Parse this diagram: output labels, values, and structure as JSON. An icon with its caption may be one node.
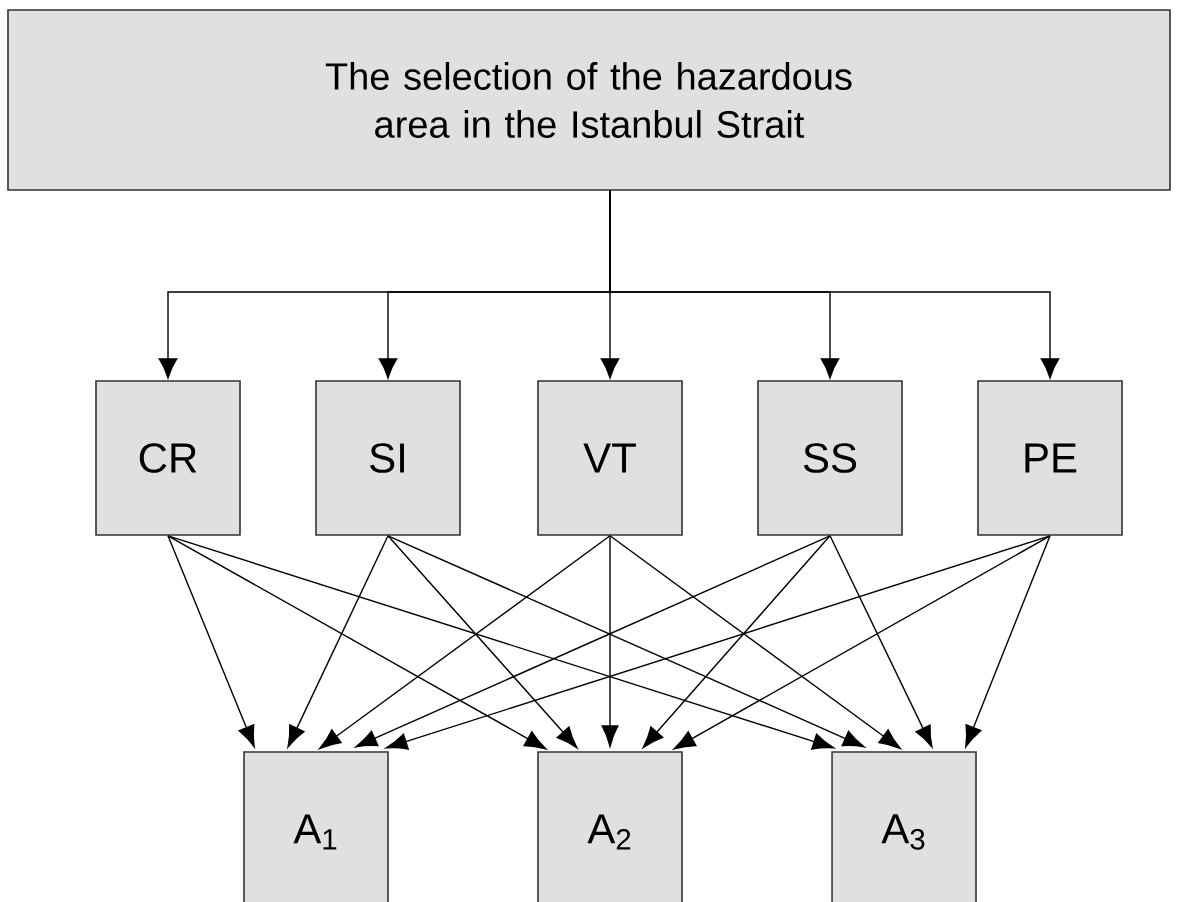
{
  "diagram": {
    "nodes": [
      {
        "text": [
          "The selection of the hazardous area in the Istanbul Strait"
        ]
      },
      {
        "text": [
          "CR"
        ]
      },
      {
        "text": [
          "SI"
        ]
      },
      {
        "text": [
          "VT"
        ]
      },
      {
        "text": [
          "SS"
        ]
      },
      {
        "text": [
          "PE"
        ]
      },
      {
        "text": [
          "A$_{1}$"
        ]
      },
      {
        "text": [
          "A$_{2}$"
        ]
      },
      {
        "text": [
          "A$_{3}$"
        ]
      }
    ],
    "edges": [
      {
        "from": 0,
        "to": 1,
        "arrow": "to"
      },
      {
        "from": 0,
        "to": 2,
        "arrow": "to"
      },
      {
        "from": 0,
        "to": 3,
        "arrow": "to"
      },
      {
        "from": 0,
        "to": 4,
        "arrow": "to"
      },
      {
        "from": 0,
        "to": 5,
        "arrow": "to"
      },
      {
        "from": 1,
        "to": 6,
        "arrow": "to"
      },
      {
        "from": 1,
        "to": 7,
        "arrow": "to"
      },
      {
        "from": 1,
        "to": 8,
        "arrow": "to"
      },
      {
        "from": 2,
        "to": 6,
        "arrow": "to"
      },
      {
        "from": 2,
        "to": 7,
        "arrow": "to"
      },
      {
        "from": 2,
        "to": 8,
        "arrow": "to"
      },
      {
        "from": 3,
        "to": 6,
        "arrow": "to"
      },
      {
        "from": 3,
        "to": 7,
        "arrow": "to"
      },
      {
        "from": 3,
        "to": 8,
        "arrow": "to"
      },
      {
        "from": 4,
        "to": 6,
        "arrow": "to"
      },
      {
        "from": 4,
        "to": 7,
        "arrow": "to"
      },
      {
        "from": 4,
        "to": 8,
        "arrow": "to"
      },
      {
        "from": 5,
        "to": 6,
        "arrow": "to"
      },
      {
        "from": 5,
        "to": 7,
        "arrow": "to"
      },
      {
        "from": 5,
        "to": 8,
        "arrow": "to"
      }
    ]
  }
}
